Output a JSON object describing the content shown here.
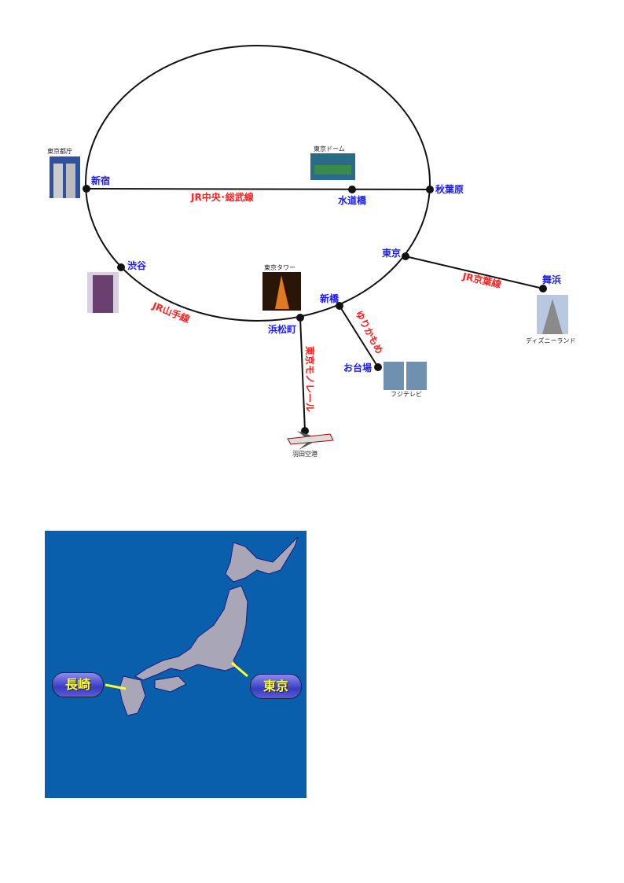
{
  "route_map": {
    "stations": {
      "shinjuku": "新宿",
      "suidobashi": "水道橋",
      "akihabara": "秋葉原",
      "tokyo": "東京",
      "shibuya": "渋谷",
      "hamamatsucho": "浜松町",
      "shimbashi": "新橋",
      "maihama": "舞浜",
      "odaiba": "お台場",
      "haneda": "羽田空港"
    },
    "lines": {
      "chuo_sobu": "JR中央･総武線",
      "yamanote": "JR山手線",
      "keiyo": "JR京葉線",
      "monorail": "東京モノレール",
      "yurikamome": "ゆりかもめ"
    },
    "places": {
      "tocho": "東京都庁",
      "dome": "東京ドーム",
      "tower": "東京タワー",
      "disney": "ディズニーランド",
      "fujitv": "フジテレビ"
    }
  },
  "japan_map": {
    "nagasaki": "長崎",
    "tokyo": "東京",
    "sea_color": "#0a5fac",
    "land_color": "#a9a6b8"
  }
}
